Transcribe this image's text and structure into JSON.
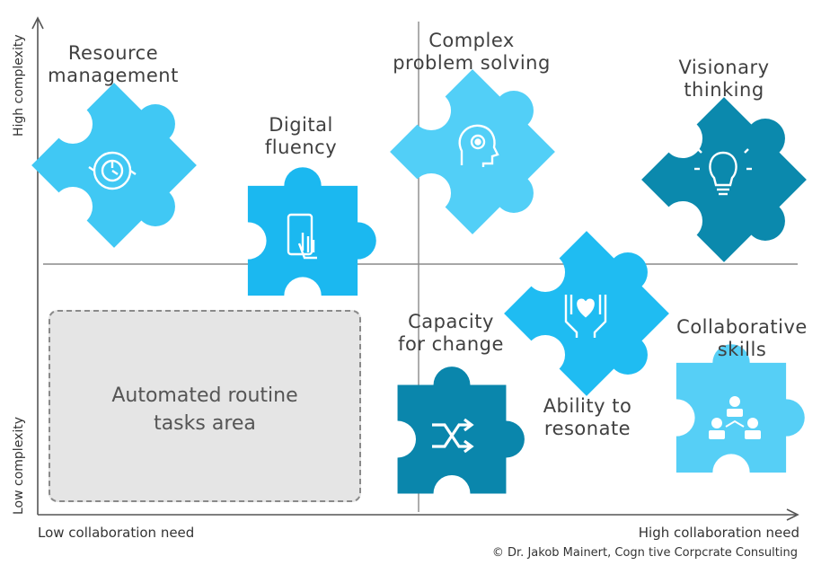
{
  "axes": {
    "y_high": "High complexity",
    "y_low": "Low complexity",
    "x_low": "Low collaboration need",
    "x_high": "High collaboration need"
  },
  "automated_area": {
    "line1": "Automated routine",
    "line2": "tasks area"
  },
  "pieces": [
    {
      "id": "resource-management",
      "line1": "Resource",
      "line2": "management",
      "icon": "clock-gear-icon",
      "color": "#40c8f4"
    },
    {
      "id": "digital-fluency",
      "line1": "Digital",
      "line2": "fluency",
      "icon": "touch-phone-icon",
      "color": "#1bb8f0"
    },
    {
      "id": "complex-problem-solving",
      "line1": "Complex",
      "line2": "problem solving",
      "icon": "head-gear-icon",
      "color": "#52cff7"
    },
    {
      "id": "visionary-thinking",
      "line1": "Visionary",
      "line2": "thinking",
      "icon": "lightbulb-icon",
      "color": "#0b89ad"
    },
    {
      "id": "capacity-for-change",
      "line1": "Capacity",
      "line2": "for change",
      "icon": "shuffle-arrows-icon",
      "color": "#0a86ac"
    },
    {
      "id": "ability-to-resonate",
      "line1": "Ability to",
      "line2": "resonate",
      "icon": "hands-heart-icon",
      "color": "#1fbcf2"
    },
    {
      "id": "collaborative-skills",
      "line1": "Collaborative",
      "line2": "skills",
      "icon": "team-icon",
      "color": "#56cff6"
    }
  ],
  "credit": "© Dr. Jakob Mainert, Cogn tive Corpcrate Consulting"
}
